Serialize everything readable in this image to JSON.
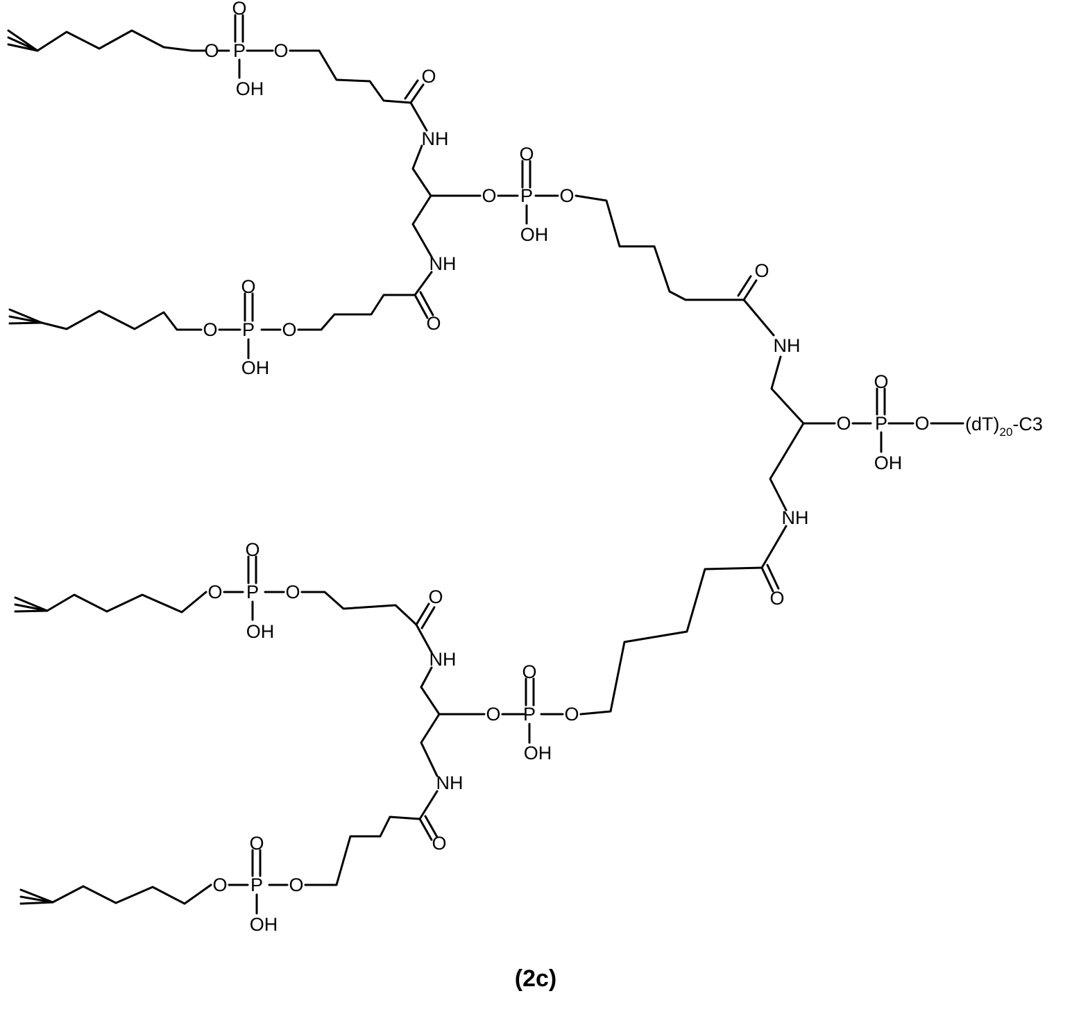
{
  "atoms": {
    "oxygen": "O",
    "phosphorus": "P",
    "hydroxyl": "OH",
    "amine": "NH"
  },
  "terminal_group": {
    "main": "(dT)",
    "subscript": "20",
    "suffix": "-C3"
  },
  "compound_label": "(2c)"
}
